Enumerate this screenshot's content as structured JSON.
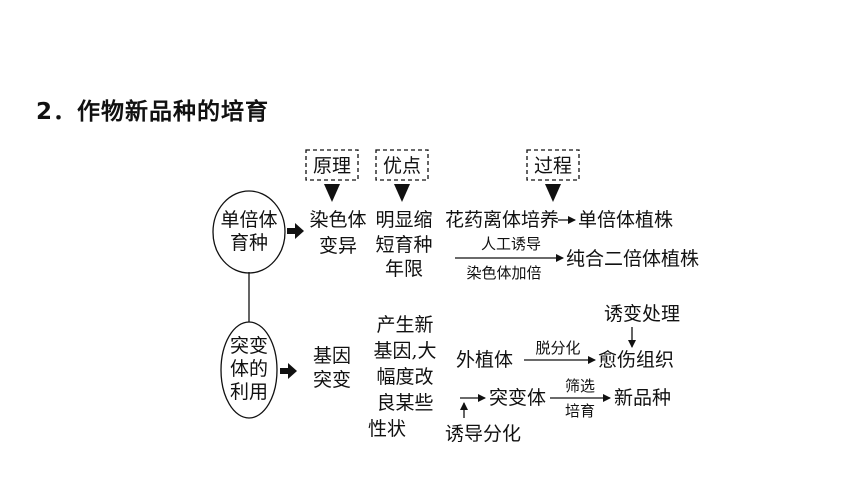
{
  "heading": "2．作物新品种的培育",
  "labels": {
    "principle": "原理",
    "advantage": "优点",
    "process": "过程"
  },
  "haploid": {
    "name_line1": "单倍体",
    "name_line2": "育种",
    "principle_line1": "染色体",
    "principle_line2": "变异",
    "advantage_line1": "明显缩",
    "advantage_line2": "短育种",
    "advantage_line3": "年限",
    "step1_from": "花药离体培养",
    "step1_to": "单倍体植株",
    "step2_arrow_top": "人工诱导",
    "step2_arrow_bottom": "染色体加倍",
    "step2_to": "纯合二倍体植株"
  },
  "mutant": {
    "name_line1": "突变",
    "name_line2": "体的",
    "name_line3": "利用",
    "principle_line1": "基因",
    "principle_line2": "突变",
    "advantage_line1": "产生新",
    "advantage_line2": "基因,大",
    "advantage_line3": "幅度改",
    "advantage_line4": "良某些",
    "advantage_line5": "性状",
    "induce_treatment": "诱变处理",
    "explant": "外植体",
    "dediff": "脱分化",
    "callus": "愈伤组织",
    "mutant": "突变体",
    "screen": "筛选",
    "cultivate": "培育",
    "new_variety": "新品种",
    "induce_diff": "诱导分化"
  }
}
